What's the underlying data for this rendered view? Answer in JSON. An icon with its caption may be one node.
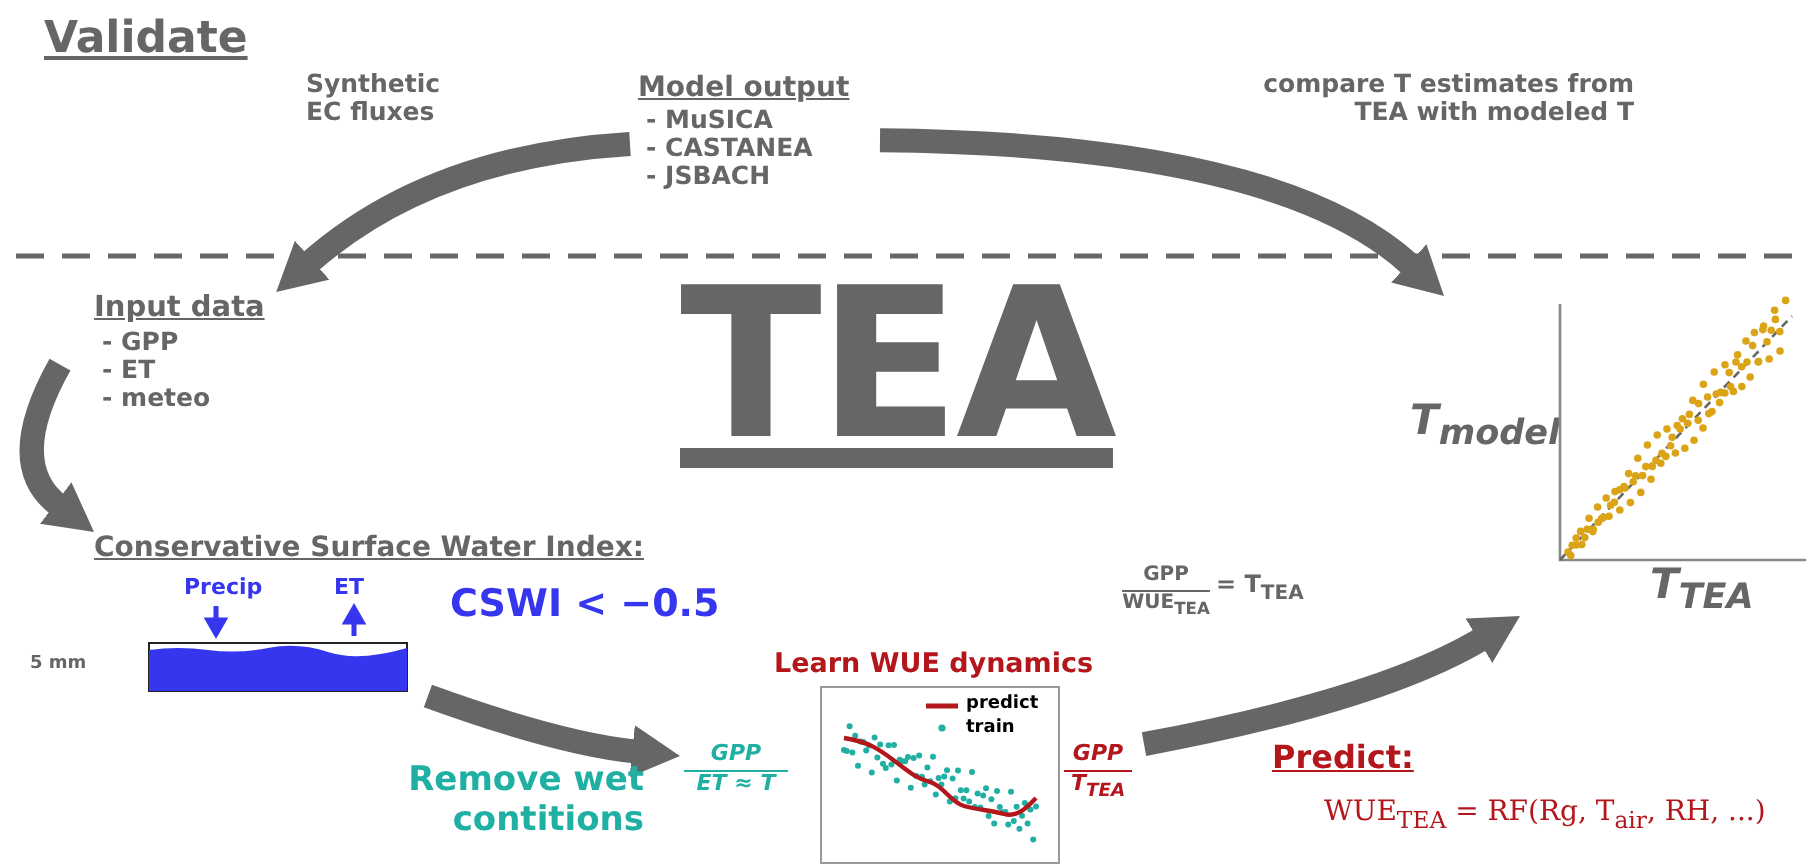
{
  "diagram": {
    "nodes": [
      {
        "text": [
          "Model output",
          "- MuSICA",
          "- CASTANEA",
          "- JSBACH"
        ]
      },
      {
        "text": [
          "Input data",
          "- GPP",
          "- ET",
          "- meteo"
        ]
      },
      {
        "text": [
          "Conservative Surface Water Index:",
          "Precip",
          "ET",
          "5 mm",
          "CSWI < −0.5"
        ]
      },
      {
        "text": [
          "Learn WUE dynamics",
          "GPP",
          "ET ≈ T",
          "GPP",
          "T$_{TEA}$"
        ]
      },
      {
        "text": [
          "T$_{model}$",
          "T$_{TEA}$"
        ]
      }
    ],
    "edges": [
      {
        "from": 0,
        "to": 1,
        "arrow": "to",
        "label": "Synthetic EC fluxes"
      },
      {
        "from": 0,
        "to": 4,
        "arrow": "to",
        "label": "compare T estimates from TEA with modeled T"
      },
      {
        "from": 1,
        "to": 2,
        "arrow": "to"
      },
      {
        "from": 2,
        "to": 3,
        "arrow": "to",
        "label": "Remove wet contitions"
      },
      {
        "from": 3,
        "to": 4,
        "arrow": "to"
      }
    ],
    "labels": [
      "Validate",
      "TEA",
      "GPP",
      "WUE$_{TEA}$",
      "= T$_{TEA}$",
      "Predict:",
      "WUE$_{TEA}$ = RF(Rg, T$_{air}$, RH, ...)"
    ],
    "legend": [
      {
        "text": "predict"
      },
      {
        "text": "train"
      }
    ]
  }
}
